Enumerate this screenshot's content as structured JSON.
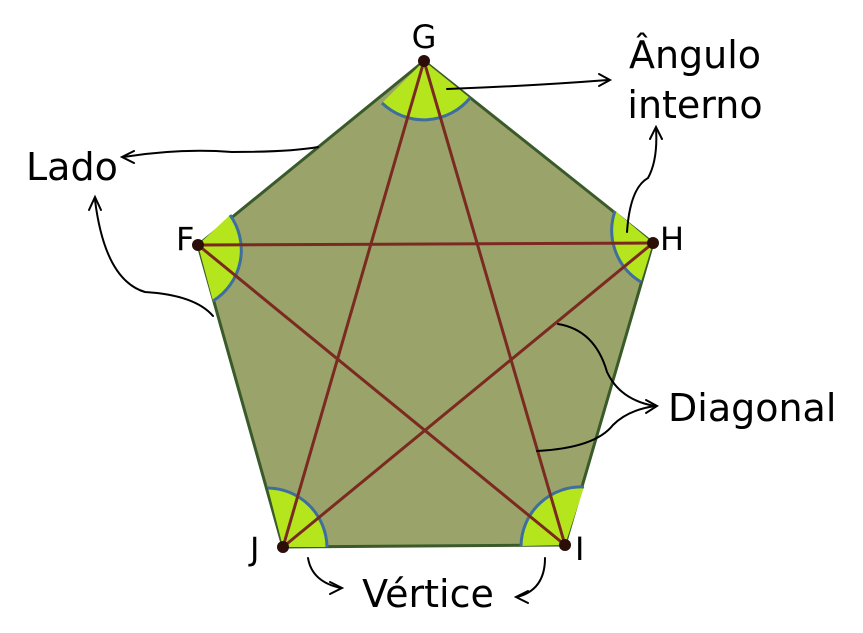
{
  "vertices": {
    "g": "G",
    "h": "H",
    "i": "I",
    "j": "J",
    "f": "F"
  },
  "annotations": {
    "interior_angle_line1": "Ângulo",
    "interior_angle_line2": "interno",
    "side": "Lado",
    "diagonal": "Diagonal",
    "vertex": "Vértice"
  },
  "colors": {
    "pentagon_fill": "#9AA36A",
    "pentagon_stroke": "#3A5A2A",
    "angle_fill": "#B5E61D",
    "angle_arc": "#3E6E9E",
    "diagonal": "#7A2A20",
    "vertex_dot": "#2B0E08",
    "arrow": "#000000"
  }
}
